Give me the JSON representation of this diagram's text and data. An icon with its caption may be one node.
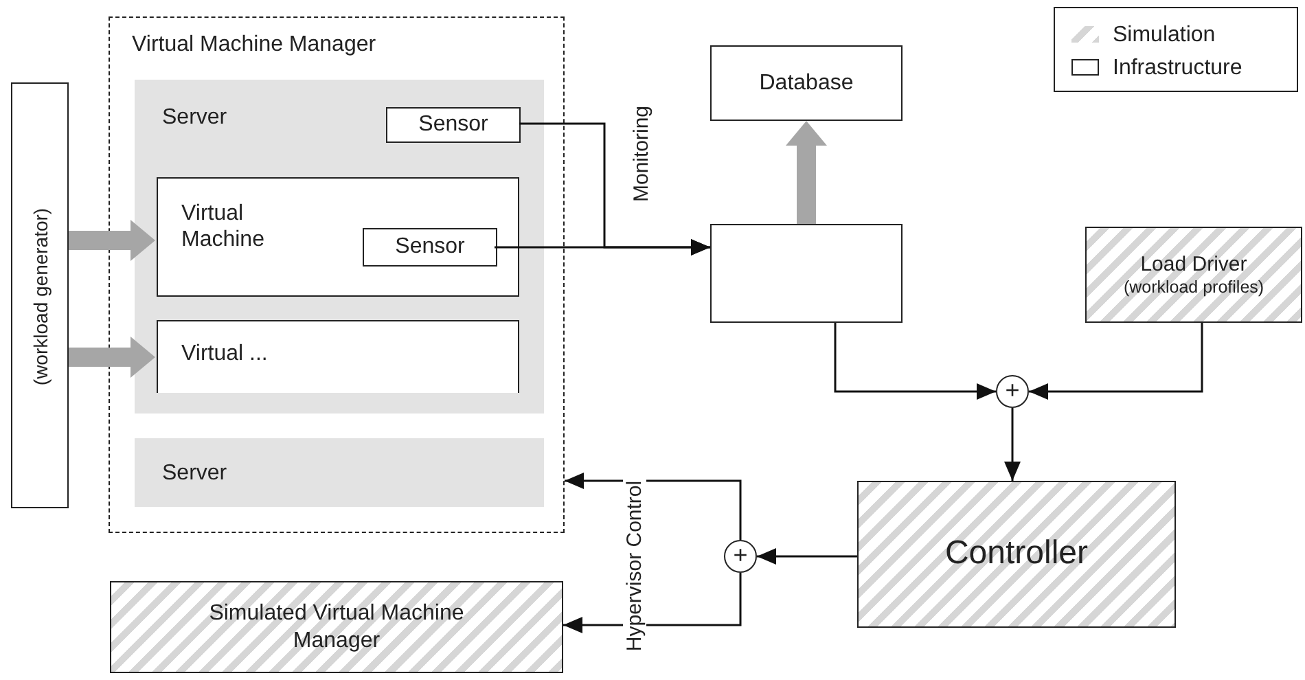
{
  "diagram": {
    "nodes": [
      {
        "text": [
          "(workload generator)"
        ]
      },
      {
        "text": [
          "Virtual Machine Manager"
        ]
      },
      {
        "text": [
          "Server"
        ],
        "in": 1
      },
      {
        "text": [
          "Sensor"
        ],
        "in": 2
      },
      {
        "text": [
          "Virtual Machine"
        ],
        "in": 2
      },
      {
        "text": [
          "Sensor"
        ],
        "in": 4
      },
      {
        "text": [
          "Virtual ..."
        ],
        "in": 2
      },
      {
        "text": [
          "Server"
        ],
        "in": 1
      },
      {
        "text": [
          "Database"
        ]
      },
      {
        "text": [],
        "shape": "box"
      },
      {
        "text": [
          "Load Driver",
          "(workload profiles)"
        ]
      },
      {
        "text": [
          "+"
        ]
      },
      {
        "text": [
          "Controller"
        ]
      },
      {
        "text": [
          "+"
        ]
      },
      {
        "text": [
          "Simulated Virtual Machine Manager"
        ]
      }
    ],
    "edges": [
      {
        "from": 0,
        "to": 4,
        "arrow": "to",
        "style": "thick",
        "color": "#a6a6a6"
      },
      {
        "from": 0,
        "to": 6,
        "arrow": "to",
        "style": "thick",
        "color": "#a6a6a6"
      },
      {
        "from": 3,
        "to": 9,
        "arrow": "to"
      },
      {
        "from": 5,
        "to": 9,
        "arrow": "to"
      },
      {
        "from": 9,
        "to": 8,
        "arrow": "to",
        "style": "thick",
        "color": "#a6a6a6"
      },
      {
        "from": 9,
        "to": 11,
        "arrow": "to"
      },
      {
        "from": 10,
        "to": 11,
        "arrow": "to"
      },
      {
        "from": 11,
        "to": 12,
        "arrow": "to"
      },
      {
        "from": 12,
        "to": 13,
        "arrow": "to"
      },
      {
        "from": 13,
        "to": 1,
        "arrow": "to"
      },
      {
        "from": 13,
        "to": 14,
        "arrow": "to"
      }
    ],
    "labels": [
      "Monitoring",
      "Hypervisor Control"
    ],
    "legend": [
      {
        "text": "Simulation"
      },
      {
        "text": "Infrastructure"
      }
    ]
  }
}
